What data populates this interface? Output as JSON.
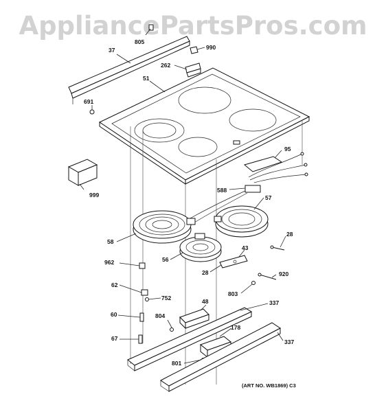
{
  "watermark": "AppliancePartsPros.com",
  "art_number": "(ART NO. WB1869) C3",
  "parts": {
    "p805": "805",
    "p37": "37",
    "p990": "990",
    "p262": "262",
    "p51": "51",
    "p691": "691",
    "p95": "95",
    "p999": "999",
    "p588": "588",
    "p57": "57",
    "p58": "58",
    "p28a": "28",
    "p43": "43",
    "p56": "56",
    "p962": "962",
    "p28b": "28",
    "p920": "920",
    "p62": "62",
    "p752": "752",
    "p803": "803",
    "p337a": "337",
    "p48": "48",
    "p60": "60",
    "p804": "804",
    "p178": "178",
    "p67": "67",
    "p337b": "337",
    "p801": "801"
  }
}
